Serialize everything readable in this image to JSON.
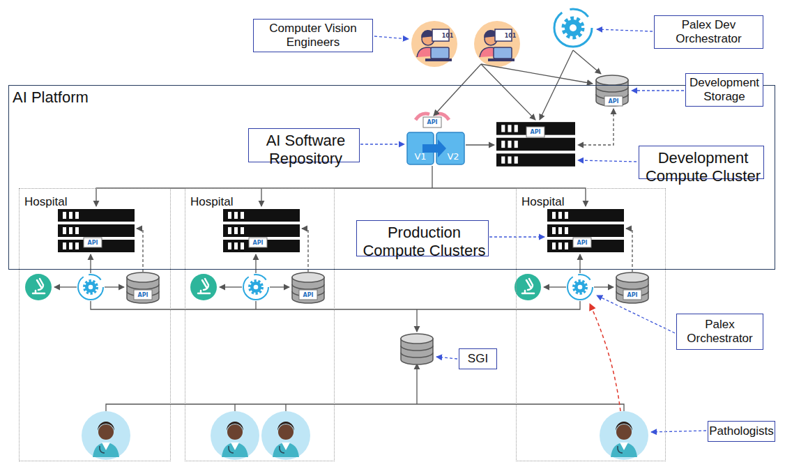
{
  "diagram": {
    "nodes": [
      {
        "text": [
          "AI Platform"
        ]
      },
      {
        "text": [
          "Hospital"
        ]
      },
      {
        "text": [
          "Hospital"
        ]
      },
      {
        "text": [
          "Hospital"
        ]
      },
      {
        "text": [
          "Computer Vision Engineers"
        ]
      },
      {
        "text": [
          "Palex Dev Orchestrator"
        ]
      },
      {
        "text": [
          "Development Storage"
        ]
      },
      {
        "text": [
          "AI Software Repository"
        ],
        "in": 0
      },
      {
        "text": [
          "Development Compute Cluster"
        ],
        "in": 0
      },
      {
        "text": [
          "Production Compute Clusters"
        ],
        "in": 0
      },
      {
        "text": [
          "Palex Orchestrator"
        ]
      },
      {
        "text": [
          "SGI"
        ]
      },
      {
        "text": [
          "Pathologists"
        ]
      }
    ],
    "edges": [],
    "labels": [
      "101",
      "101",
      "API",
      "V1",
      "V2",
      "API",
      "API",
      "API",
      "API",
      "API",
      "API",
      "API",
      "API"
    ]
  }
}
